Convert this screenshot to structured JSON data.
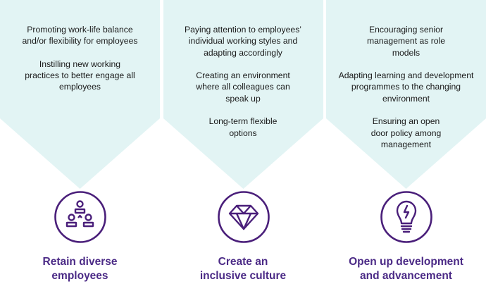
{
  "colors": {
    "panel_fill": "#e2f4f4",
    "accent_purple": "#4b2a86",
    "icon_stroke": "#4a1f7a",
    "body_text": "#1a1a1a"
  },
  "columns": [
    {
      "icon": "people-hierarchy-icon",
      "title_line1": "Retain diverse",
      "title_line2": "employees",
      "items": [
        "Promoting work-life balance and/or flexibility for employees",
        "Instilling new working practices to better engage all employees"
      ]
    },
    {
      "icon": "diamond-icon",
      "title_line1": "Create an",
      "title_line2": "inclusive culture",
      "items": [
        "Paying attention to employees’ individual working styles and adapting accordingly",
        "Creating an environment where all colleagues can speak up",
        "Long-term flexible options"
      ]
    },
    {
      "icon": "lightbulb-icon",
      "title_line1": "Open up development",
      "title_line2": "and advancement",
      "items": [
        "Encouraging senior management as role models",
        "Adapting learning and development programmes to the changing environment",
        "Ensuring an open door policy among management"
      ]
    }
  ]
}
